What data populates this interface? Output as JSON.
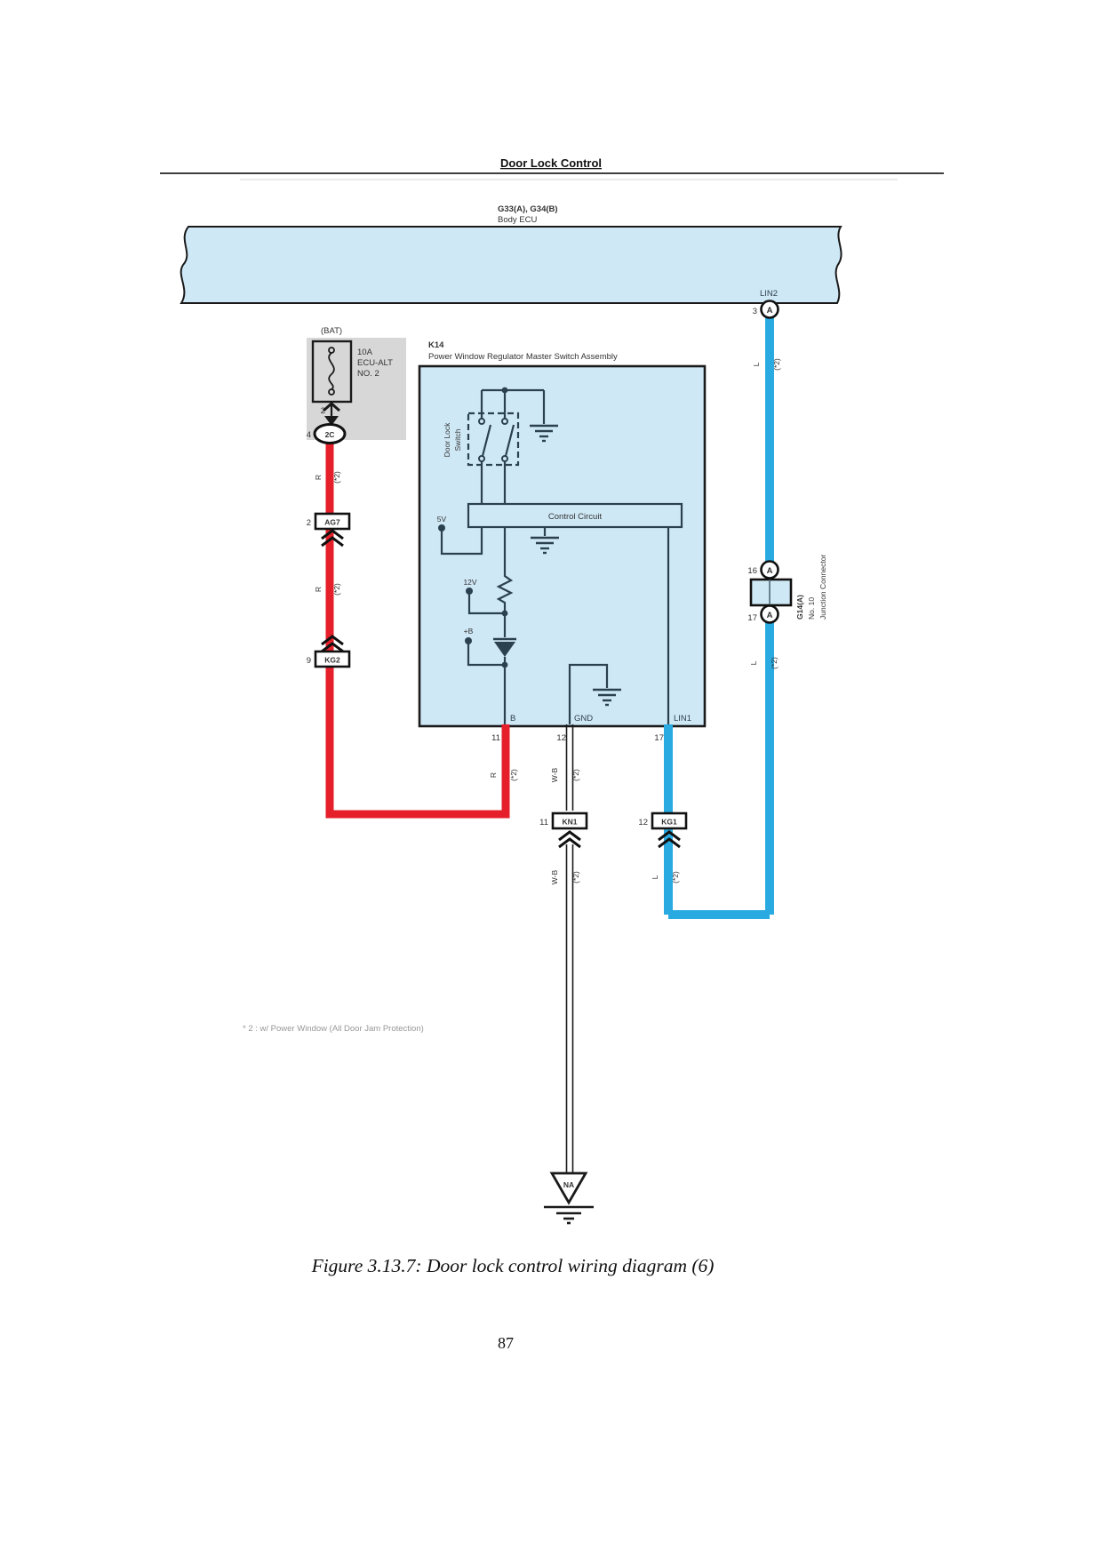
{
  "page": {
    "title": "Door Lock Control",
    "caption": "Figure 3.13.7: Door lock control wiring diagram (6)",
    "page_number": "87",
    "note": "* 2 : w/ Power Window (All Door Jam Protection)"
  },
  "colors": {
    "wire_red": "#e5202b",
    "wire_blue": "#29abe2",
    "ecu_fill": "#cfe8f6",
    "fuse_panel": "#d7d7d7",
    "line": "#2b4150"
  },
  "ecu": {
    "code": "G33(A), G34(B)",
    "name": "Body ECU",
    "lin2": "LIN2",
    "pin3": "3",
    "terminal": "A"
  },
  "fuse": {
    "bat": "(BAT)",
    "rating": "10A",
    "line1": "ECU-ALT",
    "line2": "NO. 2",
    "pin": "2"
  },
  "k14": {
    "code": "K14",
    "name": "Power Window Regulator Master Switch Assembly",
    "switch1": "Door Lock",
    "switch2": "Switch",
    "control": "Control Circuit",
    "v5": "5V",
    "v12": "12V",
    "vb": "+B",
    "pin_b": "B",
    "pin_b_no": "11",
    "pin_gnd": "GND",
    "pin_gnd_no": "12",
    "pin_lin1": "LIN1",
    "pin_lin1_no": "17"
  },
  "conn": {
    "c2c_no": "4",
    "c2c": "2C",
    "ag7_no": "2",
    "ag7": "AG7",
    "kg2_no": "9",
    "kg2": "KG2",
    "kn1_no": "11",
    "kn1": "KN1",
    "kg1_no": "12",
    "kg1": "KG1"
  },
  "junction": {
    "pin16": "16",
    "pin17": "17",
    "terminal": "A",
    "code": "G14(A)",
    "no": "No. 10",
    "name": "Junction Connector"
  },
  "wires": {
    "r": "R",
    "l": "L",
    "wb": "W-B",
    "ref": "(*2)"
  },
  "ground": {
    "na": "NA"
  }
}
